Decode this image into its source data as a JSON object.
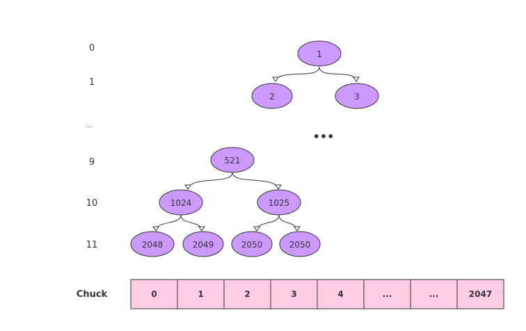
{
  "colors": {
    "node_fill": "#cc99ff",
    "cell_fill": "#ffcce6",
    "stroke": "#333333",
    "text": "#333333"
  },
  "levels": [
    "0",
    "1",
    "...",
    "9",
    "10",
    "11"
  ],
  "tree_top": {
    "nodes": [
      "1",
      "2",
      "3"
    ],
    "edges": [
      [
        0,
        1
      ],
      [
        0,
        2
      ]
    ]
  },
  "ellipsis": "•••",
  "tree_bottom": {
    "nodes": [
      "521",
      "1024",
      "1025",
      "2048",
      "2049",
      "2050",
      "2050"
    ],
    "edges": [
      [
        0,
        1
      ],
      [
        0,
        2
      ],
      [
        1,
        3
      ],
      [
        1,
        4
      ],
      [
        2,
        5
      ],
      [
        2,
        6
      ]
    ]
  },
  "chunk": {
    "title": "Chuck",
    "cells": [
      "0",
      "1",
      "2",
      "3",
      "4",
      "...",
      "...",
      "2047"
    ]
  }
}
